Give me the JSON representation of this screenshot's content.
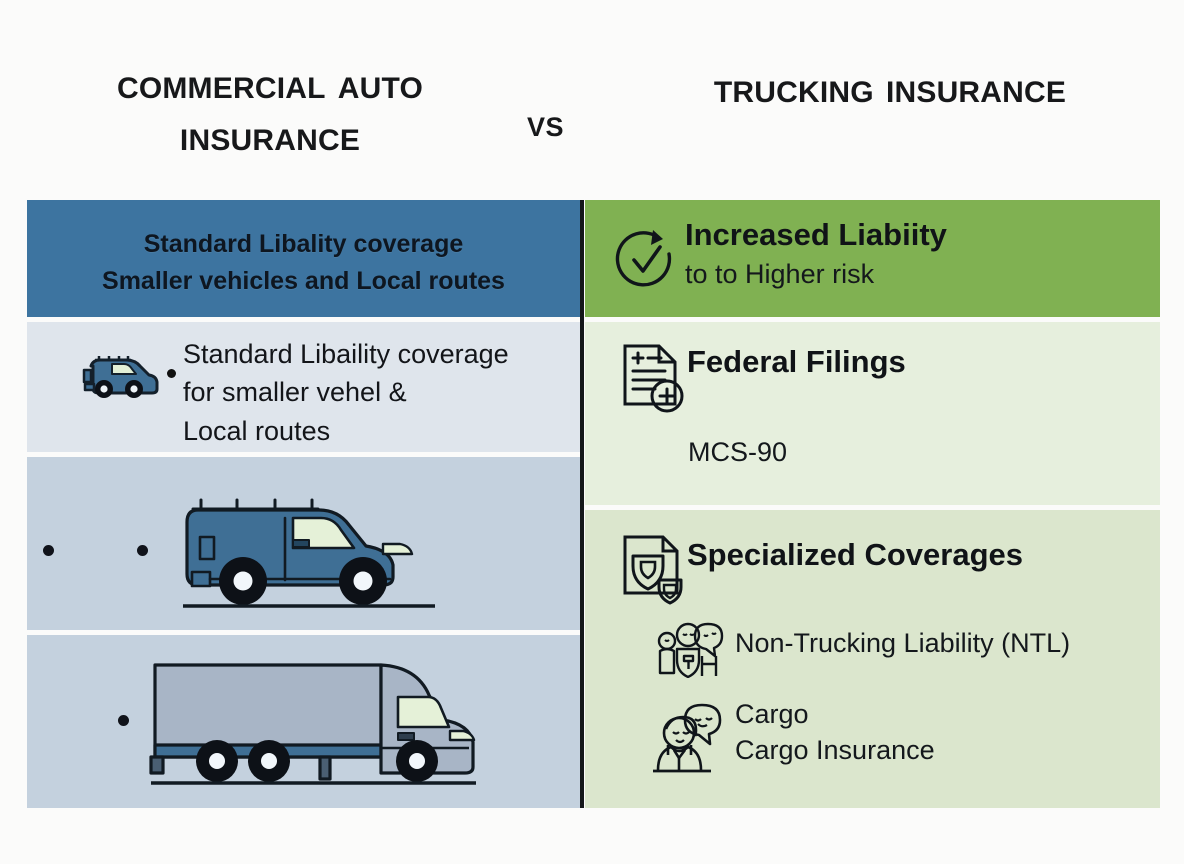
{
  "header": {
    "left_title": "Commercial auto Insurance",
    "versus": "vs",
    "right_title": "Trucking Insurance"
  },
  "left_column": {
    "name": "commercial-auto-column",
    "accent_color": "#3d74a0",
    "band_colors": [
      "#3d74a0",
      "#dfe5ec",
      "#c4d1de",
      "#c4d1de"
    ],
    "header_line1": "Standard Libality coverage",
    "header_line2": "Smaller vehicles and Local routes",
    "rows": [
      {
        "icon": "small-van-icon",
        "line1": "Standard Libaility coverage",
        "line2": "for smaller vehel &",
        "line3": "Local routes"
      },
      {
        "icon": "cargo-van-illustration",
        "bullets": 2
      },
      {
        "icon": "semi-truck-illustration",
        "bullets": 1
      }
    ]
  },
  "right_column": {
    "name": "trucking-insurance-column",
    "accent_color": "#80b152",
    "band_colors": [
      "#80b152",
      "#e6efdd",
      "#dbe6cd"
    ],
    "header": {
      "icon": "check-circle-arrow-icon",
      "title": "Increased Liabiity",
      "subtitle": "to to Higher risk"
    },
    "rows": [
      {
        "icon": "document-plus-icon",
        "title": "Federal Filings",
        "items": [
          "MCS-90"
        ]
      },
      {
        "icon": "shield-document-icon",
        "title": "Specialized Coverages",
        "items": [
          {
            "icon": "people-shield-icon",
            "label": "Non-Trucking Liability (NTL)"
          },
          {
            "icon": "people-icon",
            "label_line1": "Cargo",
            "label_line2": "Cargo Insurance"
          }
        ]
      }
    ]
  }
}
